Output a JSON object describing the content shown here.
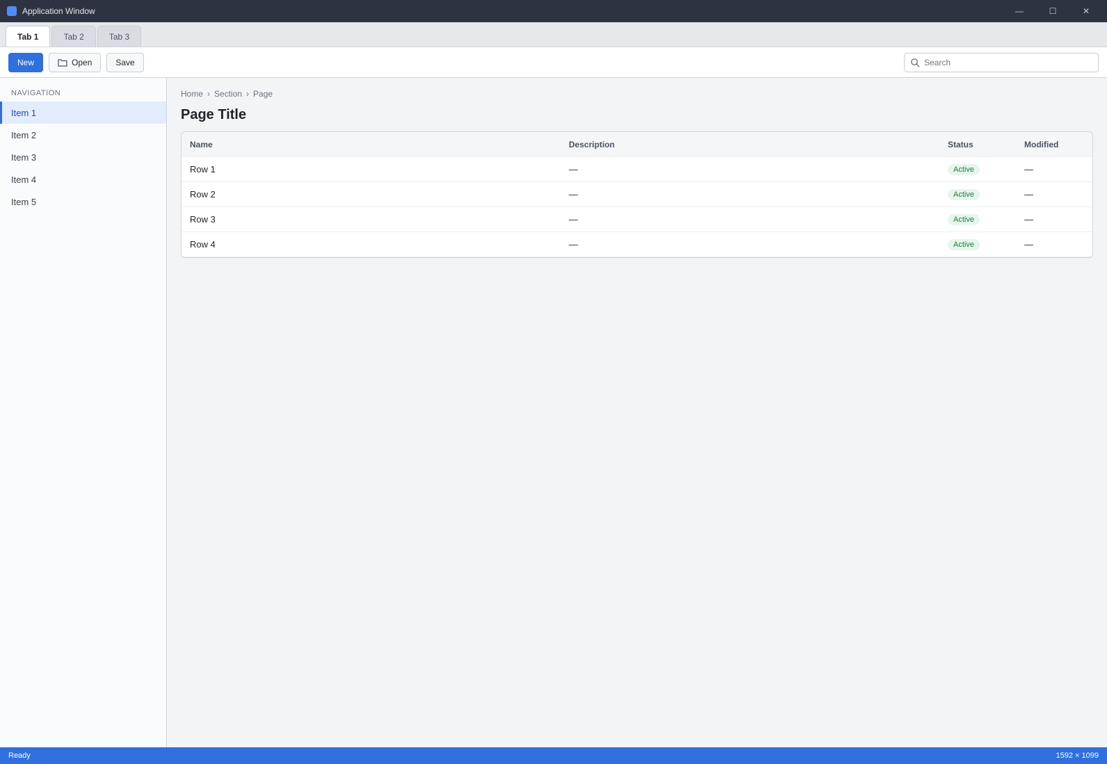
{
  "window": {
    "title": "Application Window",
    "minimize": "—",
    "maximize": "☐",
    "close": "✕"
  },
  "tabs": [
    {
      "label": "Tab 1"
    },
    {
      "label": "Tab 2"
    },
    {
      "label": "Tab 3"
    }
  ],
  "toolbar": {
    "new_label": "New",
    "open_label": "Open",
    "save_label": "Save",
    "search_placeholder": "Search"
  },
  "sidebar": {
    "heading": "Navigation",
    "items": [
      {
        "label": "Item 1"
      },
      {
        "label": "Item 2"
      },
      {
        "label": "Item 3"
      },
      {
        "label": "Item 4"
      },
      {
        "label": "Item 5"
      }
    ]
  },
  "main": {
    "breadcrumb": [
      "Home",
      "Section",
      "Page"
    ],
    "title": "Page Title",
    "columns": [
      "Name",
      "Description",
      "Status",
      "Modified"
    ],
    "rows": [
      [
        "Row 1",
        "—",
        "Active",
        "—"
      ],
      [
        "Row 2",
        "—",
        "Active",
        "—"
      ],
      [
        "Row 3",
        "—",
        "Active",
        "—"
      ],
      [
        "Row 4",
        "—",
        "Active",
        "—"
      ]
    ]
  },
  "status": {
    "left": "Ready",
    "right": "1592 × 1099"
  },
  "colors": {
    "accent": "#2f6fde",
    "titlebar": "#2d3340"
  },
  "icons": {
    "app": "app-icon",
    "search": "search-icon",
    "folder": "folder-icon"
  }
}
